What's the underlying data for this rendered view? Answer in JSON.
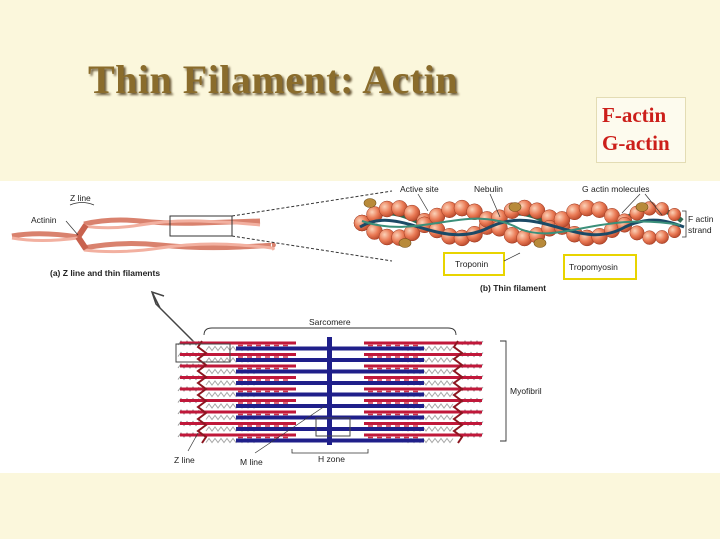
{
  "slide": {
    "title": "Thin Filament: Actin",
    "keywords": [
      "F-actin",
      "G-actin"
    ]
  },
  "figure_a": {
    "labels": {
      "z_line": "Z line",
      "actinin": "Actinin"
    },
    "caption_prefix": "(a)",
    "caption_text": "Z line and thin filaments"
  },
  "figure_b": {
    "labels": {
      "active_site": "Active site",
      "nebulin": "Nebulin",
      "g_actin": "G actin molecules",
      "f_actin_1": "F actin",
      "f_actin_2": "strand",
      "troponin": "Troponin",
      "tropomyosin": "Tropomyosin"
    },
    "caption_prefix": "(b)",
    "caption_text": "Thin filament"
  },
  "figure_c": {
    "labels": {
      "sarcomere": "Sarcomere",
      "myofibril": "Myofibril",
      "z_line": "Z line",
      "m_line": "M line",
      "h_zone": "H zone"
    }
  },
  "colors": {
    "background": "#fbf7dc",
    "title": "#8a6c2c",
    "keyword": "#cc1f1a",
    "thin_filament": "#c0183a",
    "thick_filament": "#1f1f8a",
    "g_actin_bead": "#e8704e",
    "callout_border": "#e8d400"
  }
}
